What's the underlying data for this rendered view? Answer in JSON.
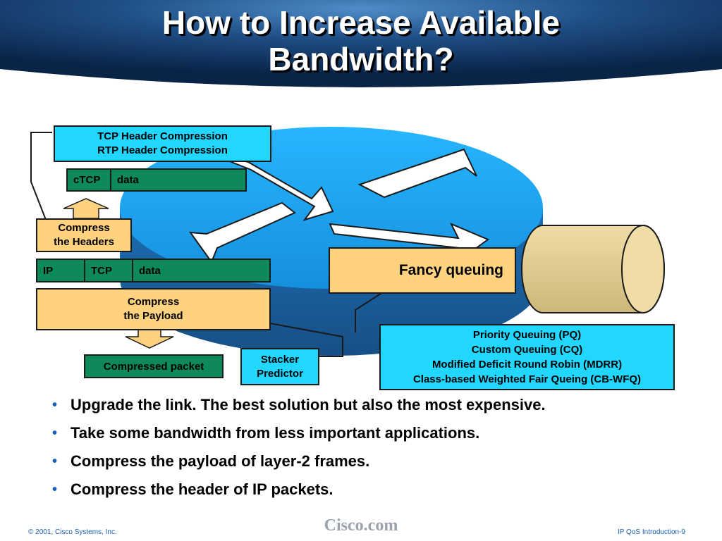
{
  "title": {
    "line1": "How to Increase Available",
    "line2": "Bandwidth?"
  },
  "diagram": {
    "header_compression_box": {
      "line1": "TCP Header Compression",
      "line2": "RTP Header Compression"
    },
    "compressed_header_packet": {
      "field1": "cTCP",
      "field2": "data"
    },
    "compress_headers_box": {
      "line1": "Compress",
      "line2": "the Headers"
    },
    "ip_packet": {
      "field1": "IP",
      "field2": "TCP",
      "field3": "data"
    },
    "compress_payload_box": {
      "line1": "Compress",
      "line2": "the Payload"
    },
    "compressed_packet_label": "Compressed packet",
    "stacker_predictor": {
      "line1": "Stacker",
      "line2": "Predictor"
    },
    "fancy_queuing_label": "Fancy queuing",
    "queuing_methods": [
      "Priority Queuing (PQ)",
      "Custom Queuing (CQ)",
      "Modified Deficit Round Robin (MDRR)",
      "Class-based Weighted Fair Queing (CB-WFQ)"
    ]
  },
  "bullets": [
    "Upgrade the link. The best solution but also the most expensive.",
    "Take some bandwidth from less important applications.",
    "Compress the payload of layer-2 frames.",
    "Compress the header of IP packets."
  ],
  "footer": {
    "copyright": "© 2001, Cisco Systems, Inc.",
    "logo": "Cisco.com",
    "page_label": "IP QoS Introduction-9"
  },
  "colors": {
    "header_dark": "#0b2a52",
    "header_light": "#3f79b5",
    "router_blue": "#1aa3f0",
    "box_cyan": "#21d6ff",
    "box_yellow": "#ffd280",
    "packet_green": "#0e8a5a",
    "cylinder": "#e3cf94"
  }
}
